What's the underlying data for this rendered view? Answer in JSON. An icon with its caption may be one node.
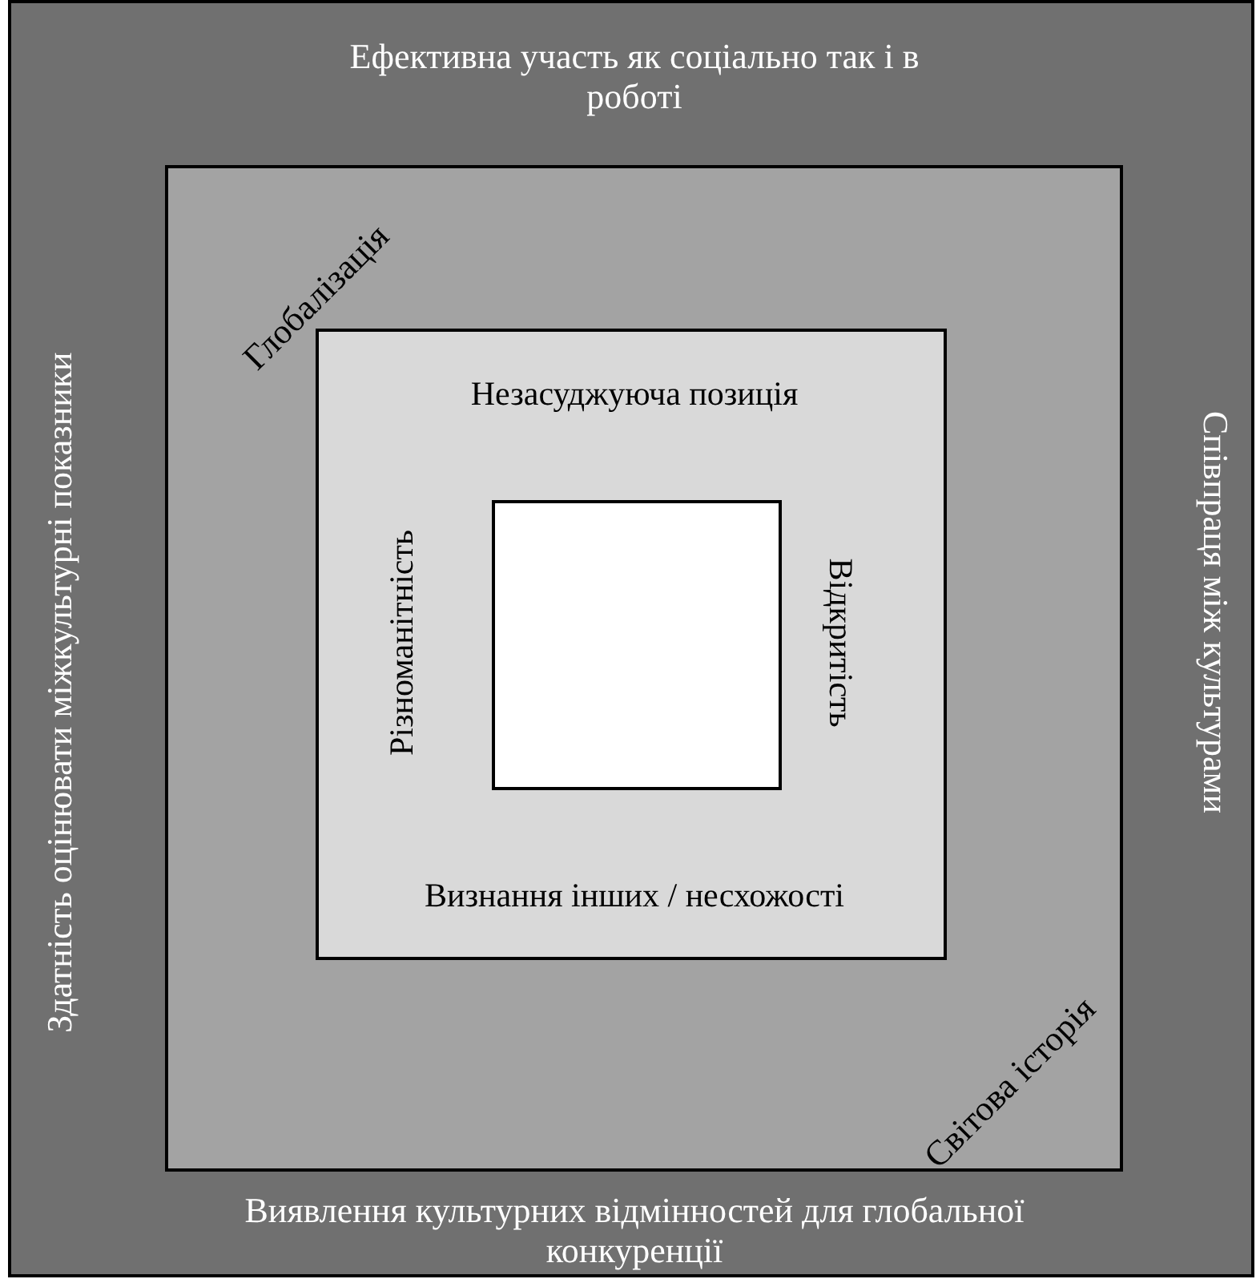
{
  "diagram": {
    "nodes": [
      {
        "text": [
          "Ефективна участь як соціально так і в роботі",
          "Здатність оцінювати міжкультурні показники",
          "Співпраця між культурами",
          "Виявлення культурних відмінностей для глобальної конкуренції"
        ]
      },
      {
        "text": [
          "Глобалізація",
          "Світова історія"
        ],
        "in": 0
      },
      {
        "text": [
          "Незасуджуюча позиція",
          "Різноманітність",
          "Відкритість",
          "Визнання інших / несхожості"
        ],
        "in": 1
      },
      {
        "text": [],
        "shape": "box",
        "in": 2
      }
    ]
  }
}
